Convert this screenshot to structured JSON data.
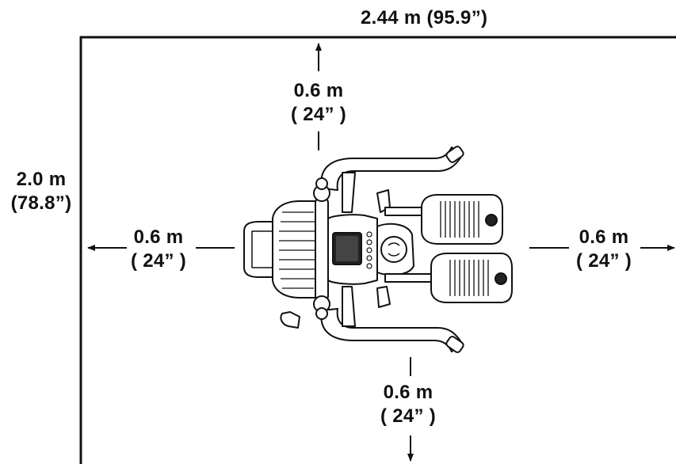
{
  "dimensions": {
    "width_total": "2.44 m (95.9”)",
    "depth_total": {
      "line1": "2.0 m",
      "line2": "(78.8”)"
    },
    "front_clearance": {
      "line1": "0.6 m",
      "line2": "( 24” )"
    },
    "left_clearance": {
      "line1": "0.6 m",
      "line2": "( 24” )"
    },
    "right_clearance": {
      "line1": "0.6 m",
      "line2": "( 24” )"
    },
    "rear_clearance": {
      "line1": "0.6 m",
      "line2": "( 24” )"
    }
  },
  "colors": {
    "line": "#111111",
    "machine_fill": "#ffffff",
    "dark": "#222222"
  },
  "icons": [
    "arrow-up-icon",
    "arrow-down-icon",
    "arrow-left-icon",
    "arrow-right-icon"
  ]
}
